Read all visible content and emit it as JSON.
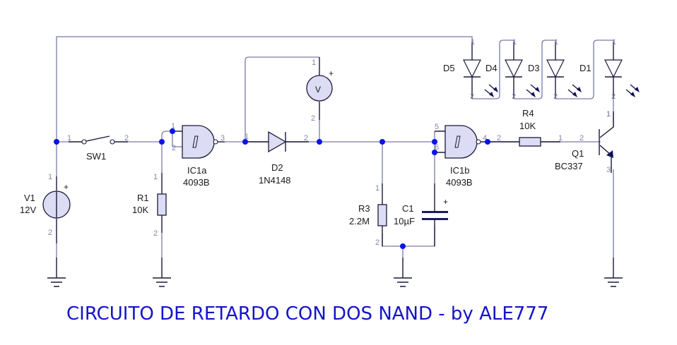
{
  "title": "CIRCUITO DE RETARDO CON DOS NAND - by ALE777",
  "colors": {
    "wire": "#7a7aa8",
    "junction": "#0a14e6",
    "title": "#1414c8",
    "component_fill": "#dcdcf4"
  },
  "components": {
    "V1": {
      "ref": "V1",
      "value": "12V",
      "plus": "+",
      "pins": [
        "1",
        "2"
      ]
    },
    "SW1": {
      "ref": "SW1",
      "pins": [
        "1",
        "2"
      ]
    },
    "R1": {
      "ref": "R1",
      "value": "10K",
      "pins": [
        "1",
        "2"
      ]
    },
    "IC1a": {
      "ref": "IC1a",
      "value": "4093B",
      "pins": [
        "1",
        "2",
        "3"
      ],
      "symbol": "Schmitt"
    },
    "D2": {
      "ref": "D2",
      "value": "1N4148",
      "pins": [
        "1",
        "2"
      ]
    },
    "VM": {
      "symbol": "V",
      "plus": "+",
      "pins": [
        "1",
        "2"
      ]
    },
    "R3": {
      "ref": "R3",
      "value": "2.2M",
      "pins": [
        "1",
        "2"
      ]
    },
    "C1": {
      "ref": "C1",
      "value": "10µF",
      "plus": "+"
    },
    "IC1b": {
      "ref": "IC1b",
      "value": "4093B",
      "pins": [
        "5",
        "6",
        "4"
      ],
      "symbol": "Schmitt"
    },
    "R4": {
      "ref": "R4",
      "value": "10K",
      "pins": [
        "2",
        "1"
      ]
    },
    "Q1": {
      "ref": "Q1",
      "value": "BC337",
      "pins": [
        "1",
        "2",
        "3"
      ]
    },
    "D5": {
      "ref": "D5",
      "pins": [
        "1",
        "2"
      ]
    },
    "D4": {
      "ref": "D4",
      "pins": [
        "1",
        "2"
      ]
    },
    "D3": {
      "ref": "D3",
      "pins": [
        "1",
        "2"
      ]
    },
    "D1": {
      "ref": "D1",
      "pins": [
        "1",
        "2"
      ]
    }
  }
}
